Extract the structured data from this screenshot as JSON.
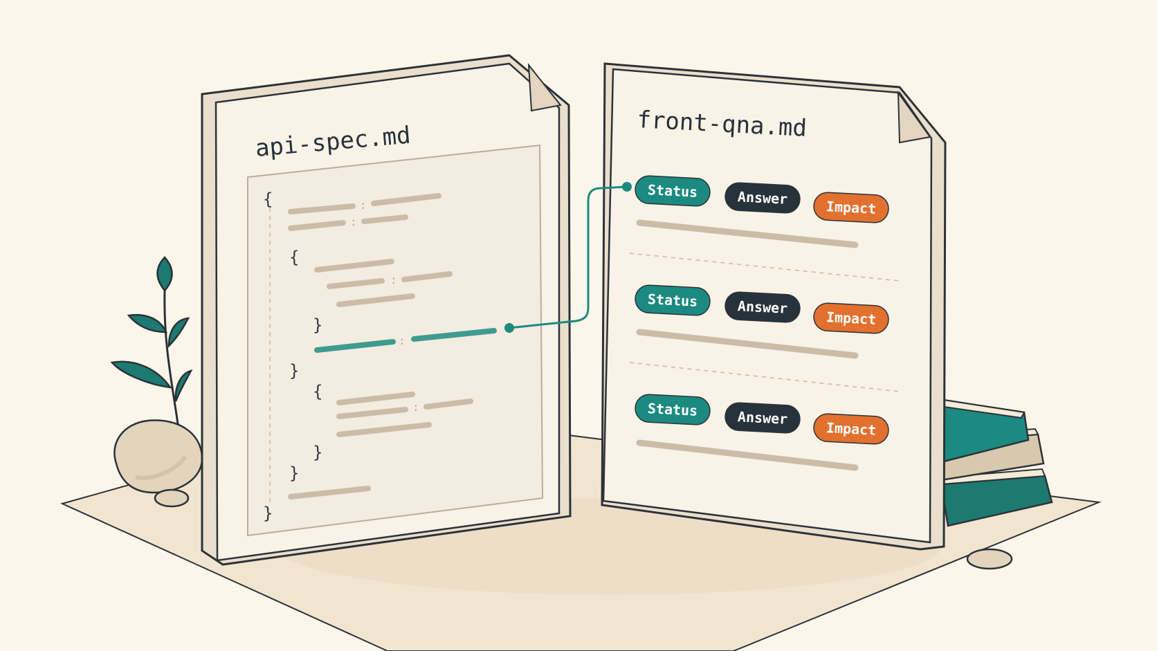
{
  "left_doc": {
    "filename": "api-spec.md",
    "braces": [
      "{",
      "{",
      "}",
      "}",
      "{",
      "}",
      "}",
      "}"
    ]
  },
  "right_doc": {
    "filename": "front-qna.md",
    "rows": [
      {
        "status": "Status",
        "answer": "Answer",
        "impact": "Impact"
      },
      {
        "status": "Status",
        "answer": "Answer",
        "impact": "Impact"
      },
      {
        "status": "Status",
        "answer": "Answer",
        "impact": "Impact"
      }
    ]
  },
  "colors": {
    "background": "#fbf5ea",
    "paper": "#f6efe3",
    "outline": "#2b3238",
    "teal": "#1c8a80",
    "dark": "#27333a",
    "orange": "#e2702e",
    "line_placeholder": "#cbbca7"
  },
  "icons": [
    "plant-icon",
    "rock-icon",
    "book-stack-icon",
    "connector-line-icon"
  ]
}
